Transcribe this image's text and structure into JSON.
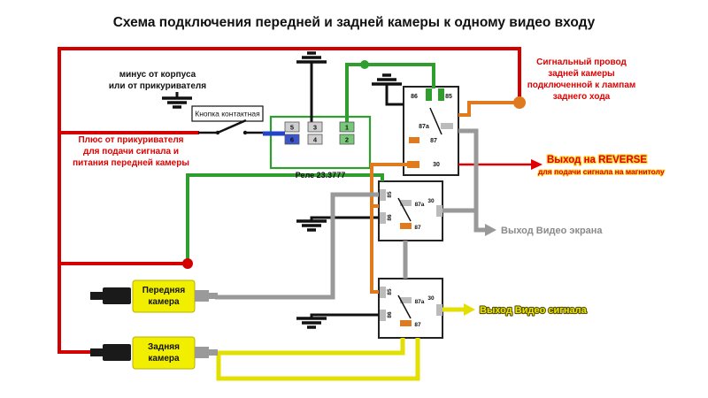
{
  "title": "Схема подключения передней и задней камеры к одному видео входу",
  "notes": {
    "minus": {
      "l1": "минус от корпуса",
      "l2": "или от прикуривателя"
    },
    "plus": {
      "l1": "Плюс от прикуривателя",
      "l2": "для подачи сигнала и",
      "l3": "питания передней камеры"
    },
    "button": "Кнопка контактная",
    "signal": {
      "l1": "Сигнальный провод",
      "l2": "задней камеры",
      "l3": "подключенной к лампам",
      "l4": "заднего хода"
    },
    "reverse": {
      "l1": "Выход на REVERSE",
      "l2": "для подачи сигнала на магнитолу"
    },
    "video_screen": "Выход Видео экрана",
    "video_signal": "Выход Видео сигнала"
  },
  "relays": {
    "relay1": {
      "name": "Реле 23.3777",
      "pins": {
        "p5": "5",
        "p3": "3",
        "p1": "1",
        "p6": "6",
        "p4": "4",
        "p2": "2"
      }
    },
    "relay2": {
      "pins": {
        "p86": "86",
        "p85": "85",
        "p87a": "87a",
        "p87": "87",
        "p30": "30"
      }
    },
    "relay3": {
      "pins": {
        "p85": "85",
        "p86": "86",
        "p87a": "87a",
        "p87": "87",
        "p30": "30"
      }
    },
    "relay4": {
      "pins": {
        "p85": "85",
        "p86": "86",
        "p87a": "87a",
        "p87": "87",
        "p30": "30"
      }
    }
  },
  "cameras": {
    "front": {
      "l1": "Передняя",
      "l2": "камера"
    },
    "rear": {
      "l1": "Задняя",
      "l2": "камера"
    }
  },
  "colors": {
    "power_red": "#d40000",
    "minus_green": "#2f9e2f",
    "button_blue": "#2244cc",
    "reverse_orange": "#e07a1f",
    "video_gray": "#999999",
    "video_yellow": "#e3df00",
    "camera_yellow": "#f2ee00",
    "annotation_red": "#e00000"
  }
}
